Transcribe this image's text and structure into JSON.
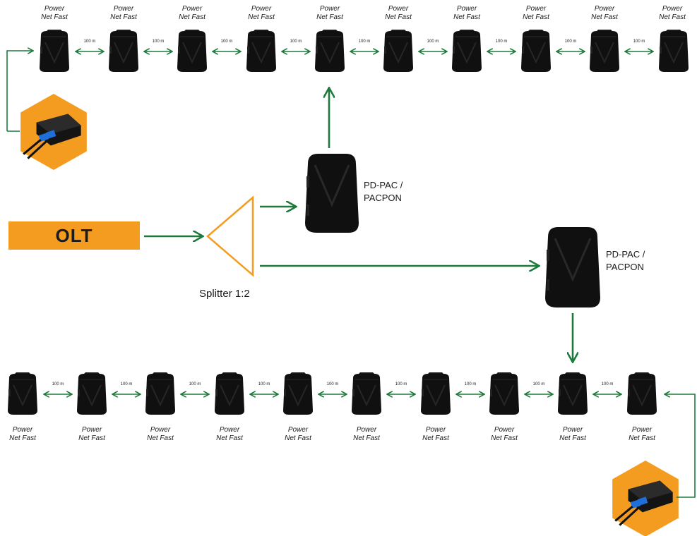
{
  "nodes": {
    "device_label_line1": "Power",
    "device_label_line2": "Net Fast",
    "link_distance": "100 m"
  },
  "olt": {
    "label": "OLT"
  },
  "splitter": {
    "label": "Splitter 1:2"
  },
  "pd_pac_top": {
    "line1": "PD-PAC /",
    "line2": "PACPON"
  },
  "pd_pac_right": {
    "line1": "PD-PAC /",
    "line2": "PACPON"
  },
  "colors": {
    "arrow": "#1e7a3c",
    "orange": "#f39c1f",
    "device": "#111111",
    "connector_blue": "#1e6fd9"
  },
  "icons": {
    "device": "outdoor-enclosure-icon",
    "injector": "poe-injector-icon"
  }
}
